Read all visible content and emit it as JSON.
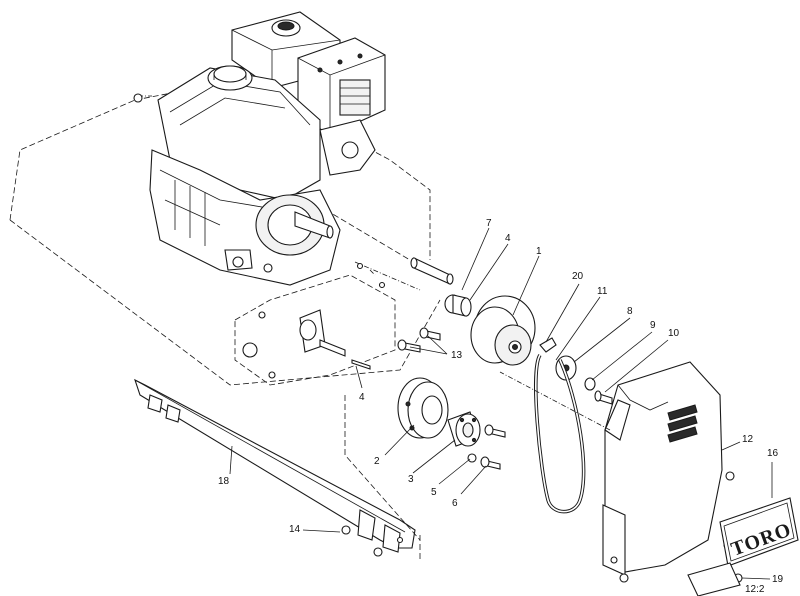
{
  "callouts": {
    "c1": "1",
    "c2": "2",
    "c3": "3",
    "c4a": "4",
    "c4b": "4",
    "c5": "5",
    "c6": "6",
    "c7": "7",
    "c8": "8",
    "c9": "9",
    "c10": "10",
    "c11": "11",
    "c12": "12",
    "c12b": "12:2",
    "c13": "13",
    "c14": "14",
    "c16": "16",
    "c18": "18",
    "c19": "19",
    "c20": "20"
  },
  "decal_logo_text": "TORO",
  "colors": {
    "line": "#1a1a1a",
    "background": "#ffffff"
  }
}
